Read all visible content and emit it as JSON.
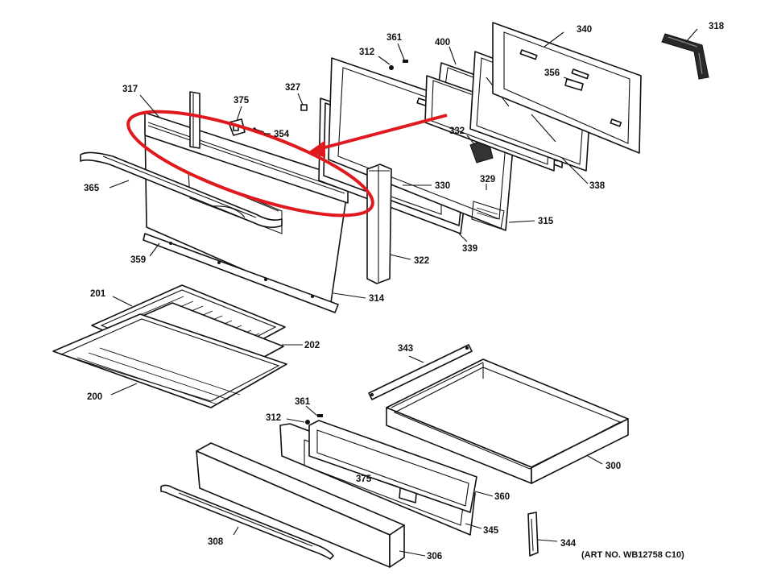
{
  "art_number": "(ART NO. WB12758 C10)",
  "highlight_color": "#e0191f",
  "line_color": "#111111",
  "callouts": {
    "c317": "317",
    "c365": "365",
    "c359": "359",
    "c314": "314",
    "c375a": "375",
    "c354": "354",
    "c327": "327",
    "c312a": "312",
    "c361a": "361",
    "c400": "400",
    "c340": "340",
    "c318": "318",
    "c356": "356",
    "c332": "332",
    "c330": "330",
    "c329": "329",
    "c338": "338",
    "c315": "315",
    "c339": "339",
    "c322": "322",
    "c201": "201",
    "c202": "202",
    "c200": "200",
    "c343": "343",
    "c300": "300",
    "c361b": "361",
    "c312b": "312",
    "c375b": "375",
    "c360": "360",
    "c345": "345",
    "c344": "344",
    "c308": "308",
    "c306": "306"
  }
}
